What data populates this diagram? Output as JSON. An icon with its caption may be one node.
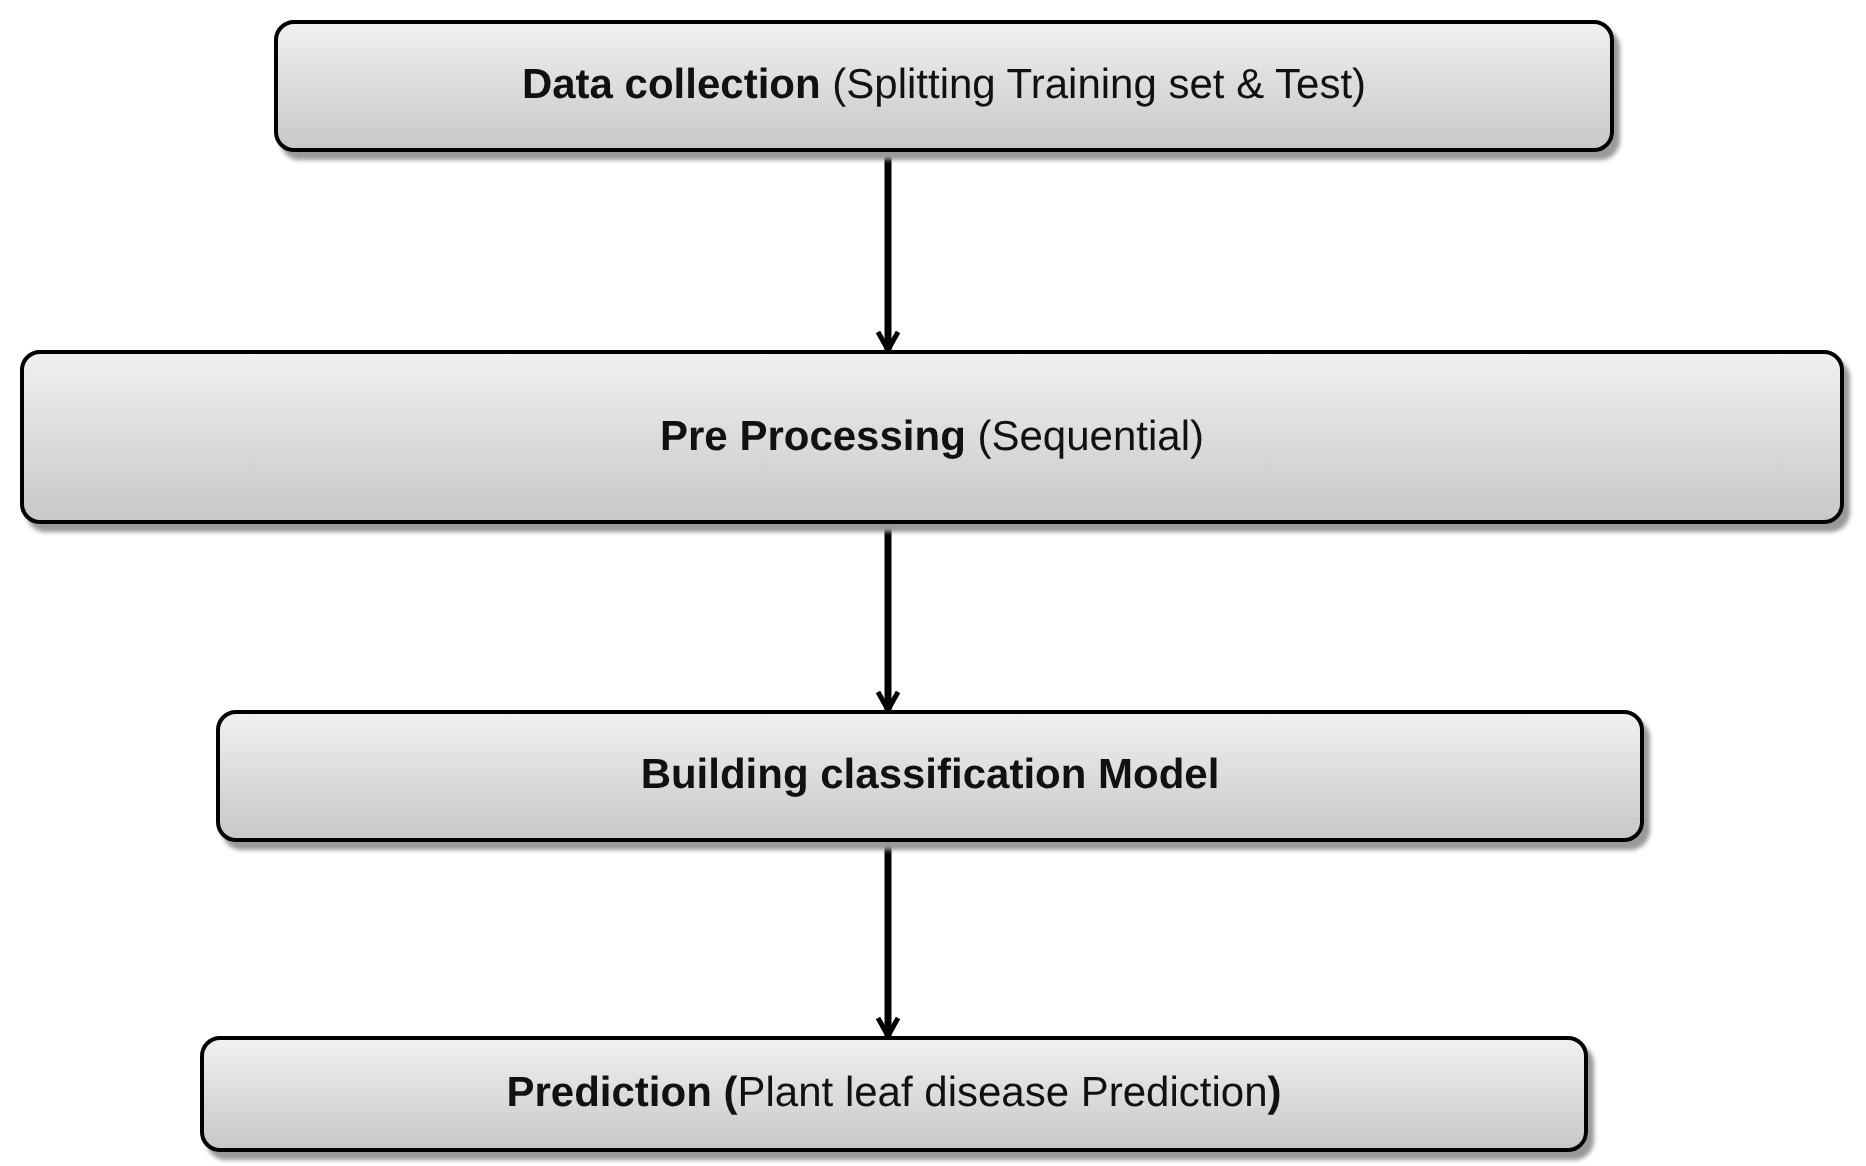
{
  "diagram": {
    "nodes": [
      {
        "text": [
          "**Data collection** (Splitting Training set & Test)"
        ]
      },
      {
        "text": [
          "**Pre Processing** (Sequential)"
        ]
      },
      {
        "text": [
          "Building classification Model"
        ]
      },
      {
        "text": [
          "**Prediction (**Plant leaf disease Prediction**)**"
        ]
      }
    ],
    "edges": [
      {
        "from": 0,
        "to": 1,
        "arrow": "to"
      },
      {
        "from": 1,
        "to": 2,
        "arrow": "to"
      },
      {
        "from": 2,
        "to": 3,
        "arrow": "to"
      }
    ]
  }
}
